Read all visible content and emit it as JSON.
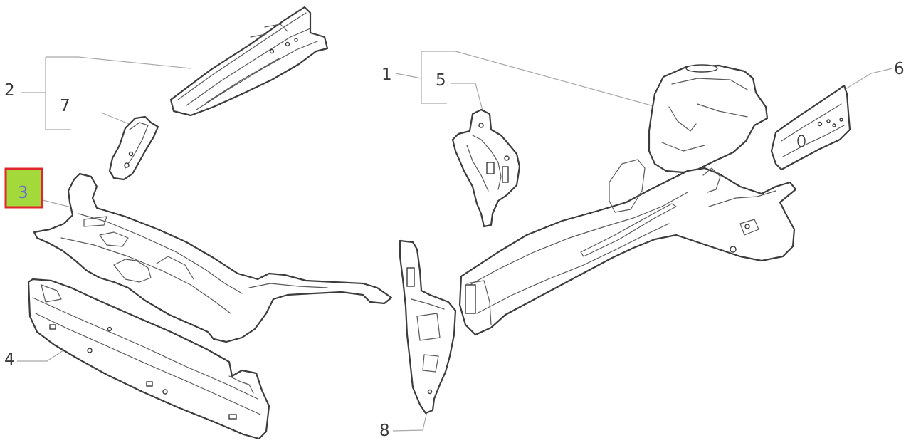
{
  "diagram": {
    "callouts": [
      {
        "label": "1",
        "highlighted": false
      },
      {
        "label": "2",
        "highlighted": false
      },
      {
        "label": "3",
        "highlighted": true
      },
      {
        "label": "4",
        "highlighted": false
      },
      {
        "label": "5",
        "highlighted": false
      },
      {
        "label": "6",
        "highlighted": false
      },
      {
        "label": "7",
        "highlighted": false
      },
      {
        "label": "8",
        "highlighted": false
      }
    ],
    "colors": {
      "highlight_fill": "#a3d93a",
      "highlight_border": "#e3262b",
      "highlight_text": "#6a6ad0",
      "line_art": "#3c3c3c",
      "leader_line": "#a8a8a8"
    }
  }
}
